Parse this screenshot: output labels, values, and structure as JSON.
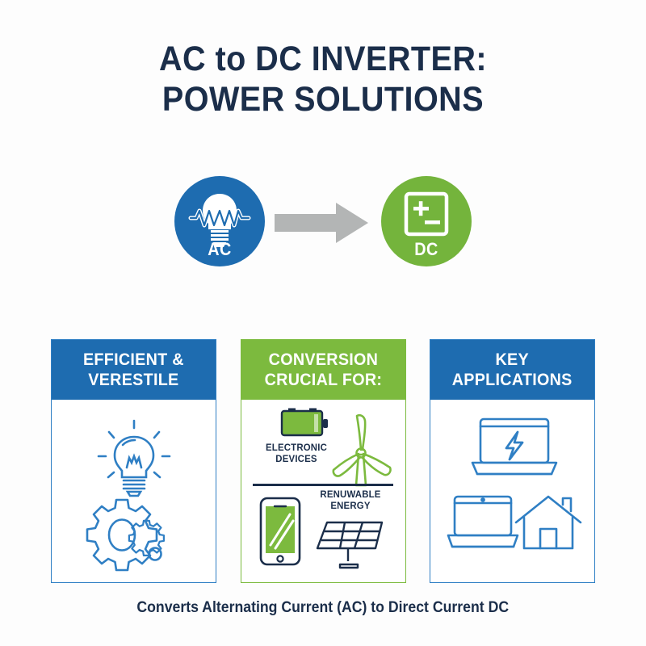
{
  "title": {
    "line1": "AC to DC INVERTER:",
    "line2": "POWER SOLUTIONS"
  },
  "conversion": {
    "source": {
      "label": "AC",
      "icon": "lightbulb-ac-wave-icon",
      "color": "#1e6cb0"
    },
    "arrow": {
      "icon": "right-arrow-icon",
      "color": "#b3b5b5"
    },
    "target": {
      "label": "DC",
      "icon": "battery-plus-minus-icon",
      "color": "#74b43c"
    }
  },
  "cards": [
    {
      "header_line1": "EFFICIENT &",
      "header_line2": "VERESTILE",
      "theme": "blue",
      "icons": [
        "lightbulb-icon",
        "gears-icon"
      ]
    },
    {
      "header_line1": "CONVERSION",
      "header_line2": "CRUCIAL FOR:",
      "theme": "green",
      "icons": [
        "battery-icon",
        "wind-turbine-icon",
        "smartphone-icon",
        "solar-panel-icon"
      ],
      "labels": {
        "electronic_line1": "ELECTRONIC",
        "electronic_line2": "DEVICES",
        "renewable_line1": "RENUWABLE",
        "renewable_line2": "ENERGY"
      }
    },
    {
      "header_line1": "KEY",
      "header_line2": "APPLICATIONS",
      "theme": "blue",
      "icons": [
        "laptop-bolt-icon",
        "laptop-icon",
        "house-icon"
      ]
    }
  ],
  "footer": {
    "caption": "Converts Alternating Current (AC) to Direct Current DC"
  },
  "colors": {
    "navy": "#1b2e4a",
    "blue": "#1e6cb0",
    "green": "#74b43c",
    "gray": "#b3b5b5",
    "background": "#fdfdfd"
  }
}
